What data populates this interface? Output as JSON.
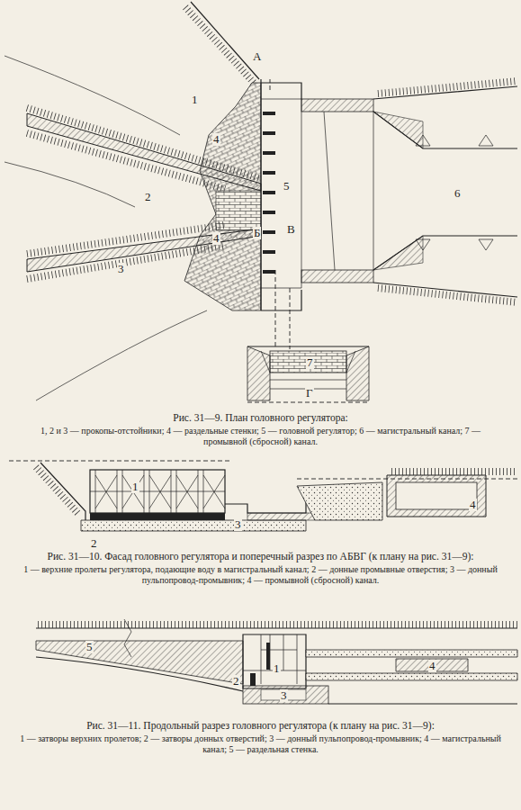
{
  "diagram": {
    "labels": [
      "А",
      "1",
      "2",
      "3",
      "4",
      "4",
      "5",
      "В",
      "Б",
      "6",
      "7",
      "Г",
      "Рис. 31—9. План головного регулятора:",
      "1, 2 и 3 — прокопы-отстойники; 4 — раздельные стенки; 5 — головной регулятор; 6 — магистральный канал; 7 — промывной (сбросной) канал.",
      "1",
      "2",
      "3",
      "4",
      "Рис. 31—10. Фасад головного регулятора и поперечный разрез по АБВГ (к плану на рис. 31—9):",
      "1 — верхние пролеты регулятора, подающие воду в магистральный канал; 2 — донные промывные отверстия; 3 — донный пульпопровод-промывник; 4 — промывной (сбросной) канал.",
      "5",
      "2",
      "1",
      "4",
      "3",
      "Рис. 31—11. Продольный разрез головного регулятора (к плану на рис. 31—9):",
      "1 — затворы верхних пролетов; 2 — затворы донных отверстий; 3 — донный пульпопровод-промывник; 4 — магистральный канал; 5 — раздельная стенка."
    ]
  }
}
